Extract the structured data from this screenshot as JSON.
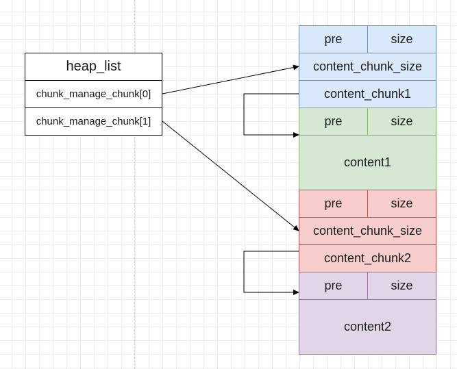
{
  "heap_list": {
    "title": "heap_list",
    "entries": [
      "chunk_manage_chunk[0]",
      "chunk_manage_chunk[1]"
    ]
  },
  "chunk_manage_0": {
    "pre": "pre",
    "size": "size",
    "content_chunk_size": "content_chunk_size",
    "content_chunk": "content_chunk1",
    "color": "#dae8fc"
  },
  "content_block_1": {
    "pre": "pre",
    "size": "size",
    "content": "content1",
    "color": "#d5e8d4"
  },
  "chunk_manage_1": {
    "pre": "pre",
    "size": "size",
    "content_chunk_size": "content_chunk_size",
    "content_chunk": "content_chunk2",
    "color": "#f8cecc"
  },
  "content_block_2": {
    "pre": "pre",
    "size": "size",
    "content": "content2",
    "color": "#e1d5e7"
  }
}
